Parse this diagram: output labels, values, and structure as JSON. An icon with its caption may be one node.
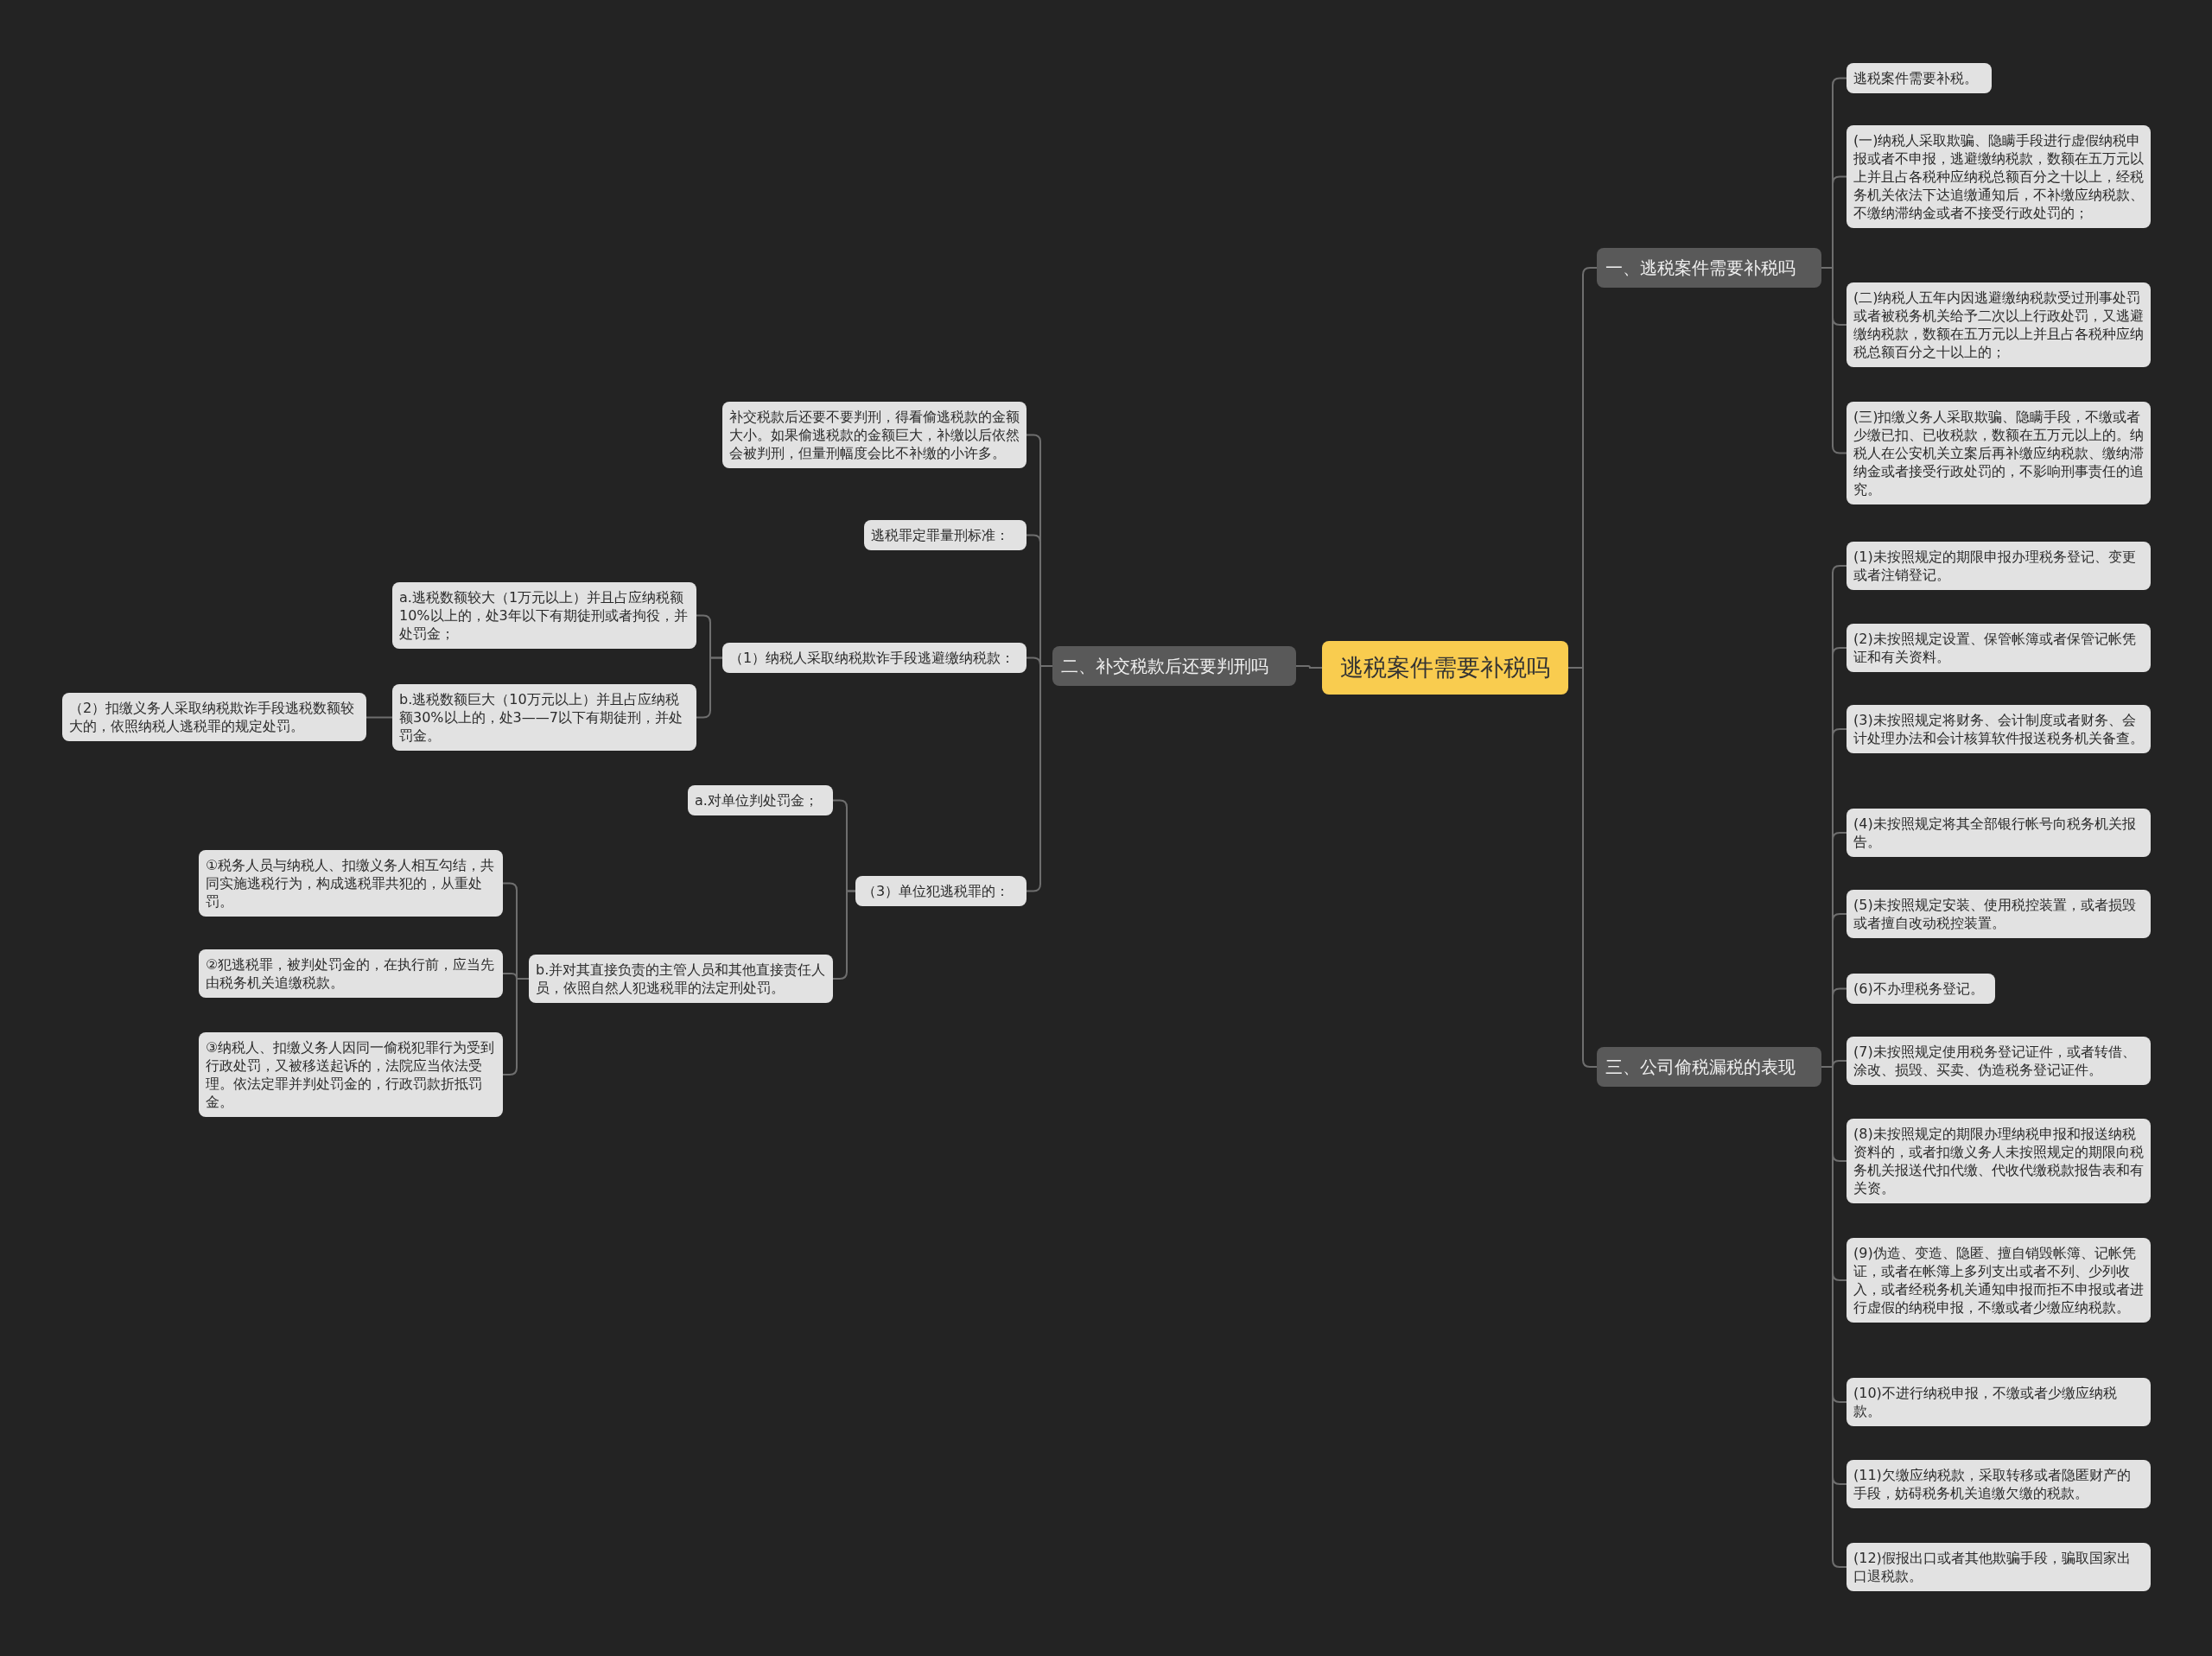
{
  "diagram": {
    "nodes": [
      {
        "text": [
          "逃税案件需要补税吗"
        ]
      },
      {
        "text": [
          "一、逃税案件需要补税吗"
        ]
      },
      {
        "text": [
          "逃税案件需要补税。"
        ]
      },
      {
        "text": [
          "(一)纳税人采取欺骗、隐瞒手段进行虚假纳税申报或者不申报，逃避缴纳税款，数额在五万元以上并且占各税种应纳税总额百分之十以上，经税务机关依法下达追缴通知后，不补缴应纳税款、不缴纳滞纳金或者不接受行政处罚的；"
        ]
      },
      {
        "text": [
          "(二)纳税人五年内因逃避缴纳税款受过刑事处罚或者被税务机关给予二次以上行政处罚，又逃避缴纳税款，数额在五万元以上并且占各税种应纳税总额百分之十以上的；"
        ]
      },
      {
        "text": [
          "(三)扣缴义务人采取欺骗、隐瞒手段，不缴或者少缴已扣、已收税款，数额在五万元以上的。纳税人在公安机关立案后再补缴应纳税款、缴纳滞纳金或者接受行政处罚的，不影响刑事责任的追究。"
        ]
      },
      {
        "text": [
          "二、补交税款后还要判刑吗"
        ]
      },
      {
        "text": [
          "补交税款后还要不要判刑，得看偷逃税款的金额大小。如果偷逃税款的金额巨大，补缴以后依然会被判刑，但量刑幅度会比不补缴的小许多。"
        ]
      },
      {
        "text": [
          "逃税罪定罪量刑标准："
        ]
      },
      {
        "text": [
          "（1）纳税人采取纳税欺诈手段逃避缴纳税款："
        ]
      },
      {
        "text": [
          "a.逃税数额较大（1万元以上）并且占应纳税额10%以上的，处3年以下有期徒刑或者拘役，并处罚金；"
        ]
      },
      {
        "text": [
          "b.逃税数额巨大（10万元以上）并且占应纳税额30%以上的，处3——7以下有期徒刑，并处罚金。"
        ]
      },
      {
        "text": [
          "（2）扣缴义务人采取纳税欺诈手段逃税数额较大的，依照纳税人逃税罪的规定处罚。"
        ]
      },
      {
        "text": [
          "（3）单位犯逃税罪的："
        ]
      },
      {
        "text": [
          "a.对单位判处罚金；"
        ]
      },
      {
        "text": [
          "b.并对其直接负责的主管人员和其他直接责任人员，依照自然人犯逃税罪的法定刑处罚。"
        ]
      },
      {
        "text": [
          "①税务人员与纳税人、扣缴义务人相互勾结，共同实施逃税行为，构成逃税罪共犯的，从重处罚。"
        ]
      },
      {
        "text": [
          "②犯逃税罪，被判处罚金的，在执行前，应当先由税务机关追缴税款。"
        ]
      },
      {
        "text": [
          "③纳税人、扣缴义务人因同一偷税犯罪行为受到行政处罚，又被移送起诉的，法院应当依法受理。依法定罪并判处罚金的，行政罚款折抵罚金。"
        ]
      },
      {
        "text": [
          "三、公司偷税漏税的表现"
        ]
      },
      {
        "text": [
          "(1)未按照规定的期限申报办理税务登记、变更或者注销登记。"
        ]
      },
      {
        "text": [
          "(2)未按照规定设置、保管帐簿或者保管记帐凭证和有关资料。"
        ]
      },
      {
        "text": [
          "(3)未按照规定将财务、会计制度或者财务、会计处理办法和会计核算软件报送税务机关备查。"
        ]
      },
      {
        "text": [
          "(4)未按照规定将其全部银行帐号向税务机关报告。"
        ]
      },
      {
        "text": [
          "(5)未按照规定安装、使用税控装置，或者损毁或者擅自改动税控装置。"
        ]
      },
      {
        "text": [
          "(6)不办理税务登记。"
        ]
      },
      {
        "text": [
          "(7)未按照规定使用税务登记证件，或者转借、涂改、损毁、买卖、伪造税务登记证件。"
        ]
      },
      {
        "text": [
          "(8)未按照规定的期限办理纳税申报和报送纳税资料的，或者扣缴义务人未按照规定的期限向税务机关报送代扣代缴、代收代缴税款报告表和有关资。"
        ]
      },
      {
        "text": [
          "(9)伪造、变造、隐匿、擅自销毁帐簿、记帐凭证，或者在帐簿上多列支出或者不列、少列收入，或者经税务机关通知申报而拒不申报或者进行虚假的纳税申报，不缴或者少缴应纳税款。"
        ]
      },
      {
        "text": [
          "(10)不进行纳税申报，不缴或者少缴应纳税款。"
        ]
      },
      {
        "text": [
          "(11)欠缴应纳税款，采取转移或者隐匿财产的手段，妨碍税务机关追缴欠缴的税款。"
        ]
      },
      {
        "text": [
          "(12)假报出口或者其他欺骗手段，骗取国家出口退税款。"
        ]
      }
    ],
    "edges": [
      {
        "from": 0,
        "to": 1,
        "arrow": "none"
      },
      {
        "from": 1,
        "to": 2,
        "arrow": "none"
      },
      {
        "from": 1,
        "to": 3,
        "arrow": "none"
      },
      {
        "from": 1,
        "to": 4,
        "arrow": "none"
      },
      {
        "from": 1,
        "to": 5,
        "arrow": "none"
      },
      {
        "from": 0,
        "to": 6,
        "arrow": "none"
      },
      {
        "from": 6,
        "to": 7,
        "arrow": "none"
      },
      {
        "from": 6,
        "to": 8,
        "arrow": "none"
      },
      {
        "from": 6,
        "to": 9,
        "arrow": "none"
      },
      {
        "from": 9,
        "to": 10,
        "arrow": "none"
      },
      {
        "from": 9,
        "to": 11,
        "arrow": "none"
      },
      {
        "from": 11,
        "to": 12,
        "arrow": "none"
      },
      {
        "from": 6,
        "to": 13,
        "arrow": "none"
      },
      {
        "from": 13,
        "to": 14,
        "arrow": "none"
      },
      {
        "from": 13,
        "to": 15,
        "arrow": "none"
      },
      {
        "from": 15,
        "to": 16,
        "arrow": "none"
      },
      {
        "from": 15,
        "to": 17,
        "arrow": "none"
      },
      {
        "from": 15,
        "to": 18,
        "arrow": "none"
      },
      {
        "from": 0,
        "to": 19,
        "arrow": "none"
      },
      {
        "from": 19,
        "to": 20,
        "arrow": "none"
      },
      {
        "from": 19,
        "to": 21,
        "arrow": "none"
      },
      {
        "from": 19,
        "to": 22,
        "arrow": "none"
      },
      {
        "from": 19,
        "to": 23,
        "arrow": "none"
      },
      {
        "from": 19,
        "to": 24,
        "arrow": "none"
      },
      {
        "from": 19,
        "to": 25,
        "arrow": "none"
      },
      {
        "from": 19,
        "to": 26,
        "arrow": "none"
      },
      {
        "from": 19,
        "to": 27,
        "arrow": "none"
      },
      {
        "from": 19,
        "to": 28,
        "arrow": "none"
      },
      {
        "from": 19,
        "to": 29,
        "arrow": "none"
      },
      {
        "from": 19,
        "to": 30,
        "arrow": "none"
      },
      {
        "from": 19,
        "to": 31,
        "arrow": "none"
      }
    ]
  }
}
